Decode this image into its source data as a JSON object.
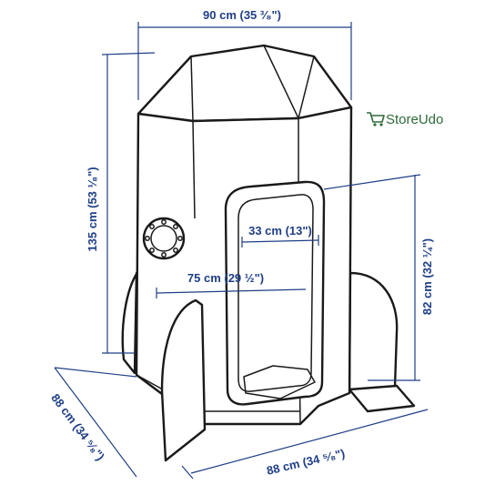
{
  "dimensions": {
    "width_top": "90 cm (35 ³⁄₈\")",
    "height_total": "135 cm (53 ¹⁄₈\")",
    "height_door": "82 cm (32 ¼\")",
    "door_width": "33 cm (13\")",
    "inner_width": "75 cm (29 ½\")",
    "depth_left": "88 cm (34 ⁵⁄₈\")",
    "depth_bottom": "88 cm (34 ⁵⁄₈\")"
  },
  "watermark": {
    "text": "StoreUdo",
    "icon": "cart-icon",
    "color": "#2f6b3a"
  },
  "colors": {
    "dimension": "#1f3f86",
    "outline": "#1a1a1a"
  }
}
